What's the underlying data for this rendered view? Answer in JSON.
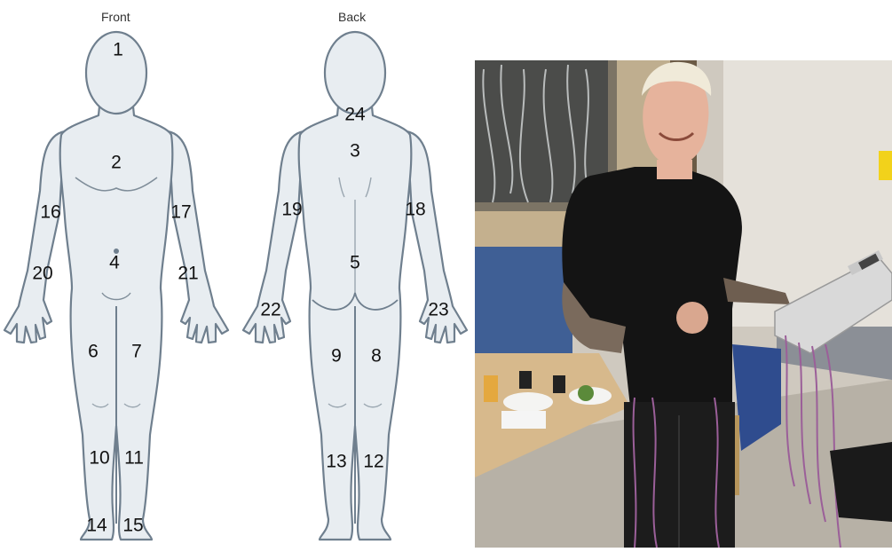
{
  "front_title": "Front",
  "back_title": "Back",
  "front_labels": [
    {
      "id": "1",
      "text": "1"
    },
    {
      "id": "2",
      "text": "2"
    },
    {
      "id": "4",
      "text": "4"
    },
    {
      "id": "16",
      "text": "16"
    },
    {
      "id": "17",
      "text": "17"
    },
    {
      "id": "20",
      "text": "20"
    },
    {
      "id": "21",
      "text": "21"
    },
    {
      "id": "6",
      "text": "6"
    },
    {
      "id": "7",
      "text": "7"
    },
    {
      "id": "10",
      "text": "10"
    },
    {
      "id": "11",
      "text": "11"
    },
    {
      "id": "14",
      "text": "14"
    },
    {
      "id": "15",
      "text": "15"
    }
  ],
  "back_labels": [
    {
      "id": "24",
      "text": "24"
    },
    {
      "id": "3",
      "text": "3"
    },
    {
      "id": "19",
      "text": "19"
    },
    {
      "id": "18",
      "text": "18"
    },
    {
      "id": "5",
      "text": "5"
    },
    {
      "id": "22",
      "text": "22"
    },
    {
      "id": "23",
      "text": "23"
    },
    {
      "id": "9",
      "text": "9"
    },
    {
      "id": "8",
      "text": "8"
    },
    {
      "id": "13",
      "text": "13"
    },
    {
      "id": "12",
      "text": "12"
    }
  ],
  "photo_panel": {
    "warning_sign_color": "#f2d21b",
    "shirt_color": "#141414",
    "wall_color": "#e5e1da"
  }
}
